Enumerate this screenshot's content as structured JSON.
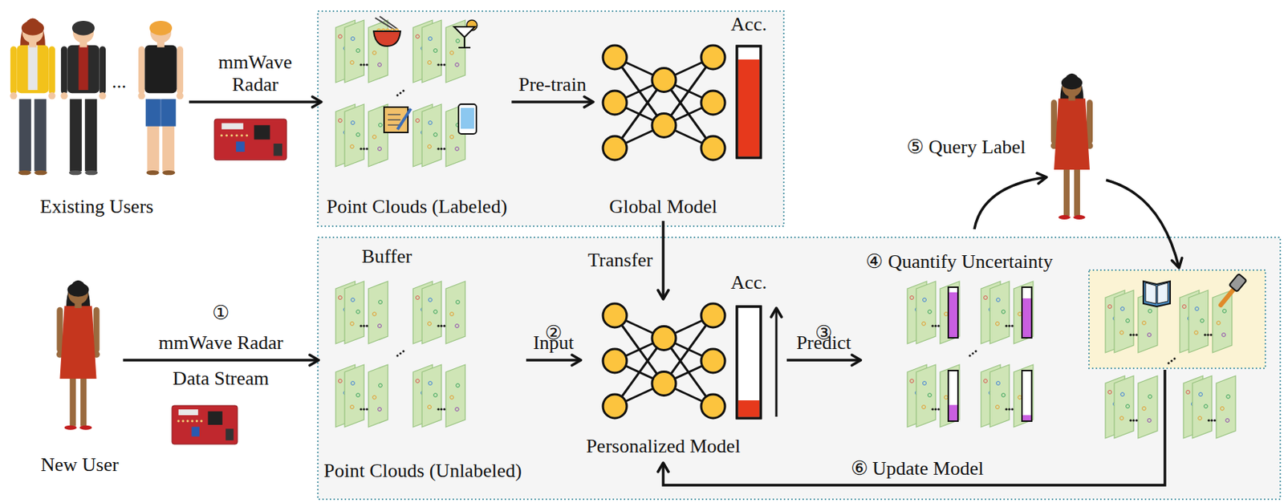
{
  "diagram": {
    "nodes": [
      {
        "text": [
          "Existing Users"
        ]
      },
      {
        "text": [
          "Point Clouds (Labeled)"
        ]
      },
      {
        "text": [
          "Global Model"
        ]
      },
      {
        "text": [
          "New User"
        ]
      },
      {
        "text": [
          "Buffer",
          "Point Clouds (Unlabeled)"
        ]
      },
      {
        "text": [
          "Personalized Model"
        ]
      },
      {
        "text": [
          "④ Quantify Uncertainty"
        ]
      }
    ],
    "edges": [
      {
        "from": 0,
        "to": 1,
        "arrow": "to",
        "label": "mmWave Radar"
      },
      {
        "from": 1,
        "to": 2,
        "arrow": "to",
        "label": "Pre-train"
      },
      {
        "from": 2,
        "to": 5,
        "arrow": "to",
        "label": "Transfer"
      },
      {
        "from": 3,
        "to": 4,
        "arrow": "to",
        "label": "mmWave Radar"
      },
      {
        "from": 4,
        "to": 5,
        "arrow": "to",
        "label": "Input"
      },
      {
        "from": 5,
        "to": 6,
        "arrow": "to",
        "label": "Predict"
      }
    ],
    "labels": [
      "...",
      "Acc.",
      "⑤ Query Label",
      "①",
      "Data Stream",
      "②",
      "Acc.",
      "③",
      "⑥ Update Model"
    ]
  }
}
